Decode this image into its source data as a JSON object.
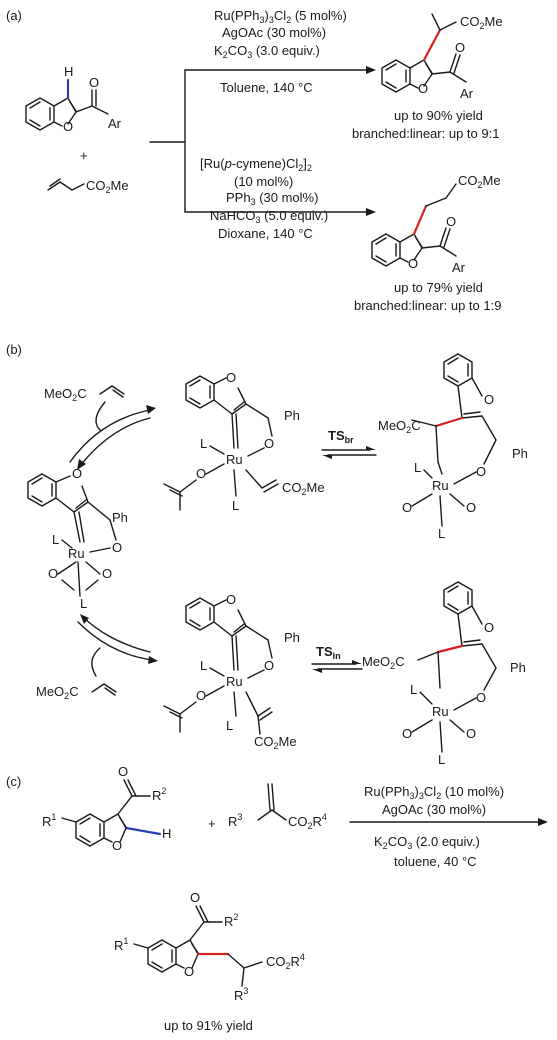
{
  "panel_labels": {
    "a": "(a)",
    "b": "(b)",
    "c": "(c)"
  },
  "panel_a": {
    "start_label_H": "H",
    "start_label_Ar": "Ar",
    "start_label_O_carbonyl": "O",
    "start_label_O_ring": "O",
    "plus": "+",
    "acrylate": "CO",
    "acrylate_sub": "2",
    "acrylate_tail": "Me",
    "upper_conditions": {
      "line1": "Ru(PPh",
      "line1_sub": "3",
      "line1_mid": ")",
      "line1_sub2": "3",
      "line1_tail": "Cl",
      "line1_sub3": "2",
      "line1_end": " (5 mol%)",
      "line2": "AgOAc (30 mol%)",
      "line3a": "K",
      "line3_sub1": "2",
      "line3b": "CO",
      "line3_sub2": "3",
      "line3c": " (3.0 equiv.)",
      "line4": "Toluene, 140 °C"
    },
    "lower_conditions": {
      "line1a": "[Ru(",
      "line1_italic": "p",
      "line1b": "-cymene)Cl",
      "line1_sub": "2",
      "line1c": "]",
      "line1_sub2": "2",
      "line2": "(10 mol%)",
      "line3a": "PPh",
      "line3_sub": "3",
      "line3b": " (30 mol%)",
      "line4a": "NaHCO",
      "line4_sub": "3",
      "line4b": " (5.0 equiv.)",
      "line5": "Dioxane, 140 °C"
    },
    "upper_product": {
      "co2me": "CO",
      "co2me_sub": "2",
      "co2me_tail": "Me",
      "O_carbonyl": "O",
      "O_ring": "O",
      "Ar": "Ar",
      "yield": "up to 90% yield",
      "ratio": "branched:linear: up to 9:1"
    },
    "lower_product": {
      "co2me": "CO",
      "co2me_sub": "2",
      "co2me_tail": "Me",
      "O_carbonyl": "O",
      "O_ring": "O",
      "Ar": "Ar",
      "yield": "up to 79% yield",
      "ratio": "branched:linear: up to 1:9"
    }
  },
  "panel_b": {
    "meo2c": "MeO",
    "meo2c_sub": "2",
    "meo2c_tail": "C",
    "Ru": "Ru",
    "L": "L",
    "O": "O",
    "Ph": "Ph",
    "co2me": "CO",
    "co2me_sub": "2",
    "co2me_tail": "Me",
    "ts_br": "TS",
    "ts_br_sub": "br",
    "ts_ln": "TS",
    "ts_ln_sub": "ln"
  },
  "panel_c": {
    "R1": "R",
    "R1_sup": "1",
    "R2": "R",
    "R2_sup": "2",
    "R3": "R",
    "R3_sup": "3",
    "co2r4": "CO",
    "co2r4_sub": "2",
    "co2r4_tail": "R",
    "co2r4_sup": "4",
    "H": "H",
    "O": "O",
    "plus": "+",
    "cond1a": "Ru(PPh",
    "cond1_sub": "3",
    "cond1b": ")",
    "cond1_sub2": "3",
    "cond1c": "Cl",
    "cond1_sub3": "2",
    "cond1d": " (10 mol%)",
    "cond2": "AgOAc (30 mol%)",
    "cond3a": "K",
    "cond3_sub": "2",
    "cond3b": "CO",
    "cond3_sub2": "3",
    "cond3c": " (2.0 equiv.)",
    "cond4": "toluene, 40 °C",
    "yield": "up to 91% yield"
  },
  "colors": {
    "new_bond": "#d62020",
    "ch_bond": "#2a3db5",
    "ink": "#1a1a1a"
  }
}
